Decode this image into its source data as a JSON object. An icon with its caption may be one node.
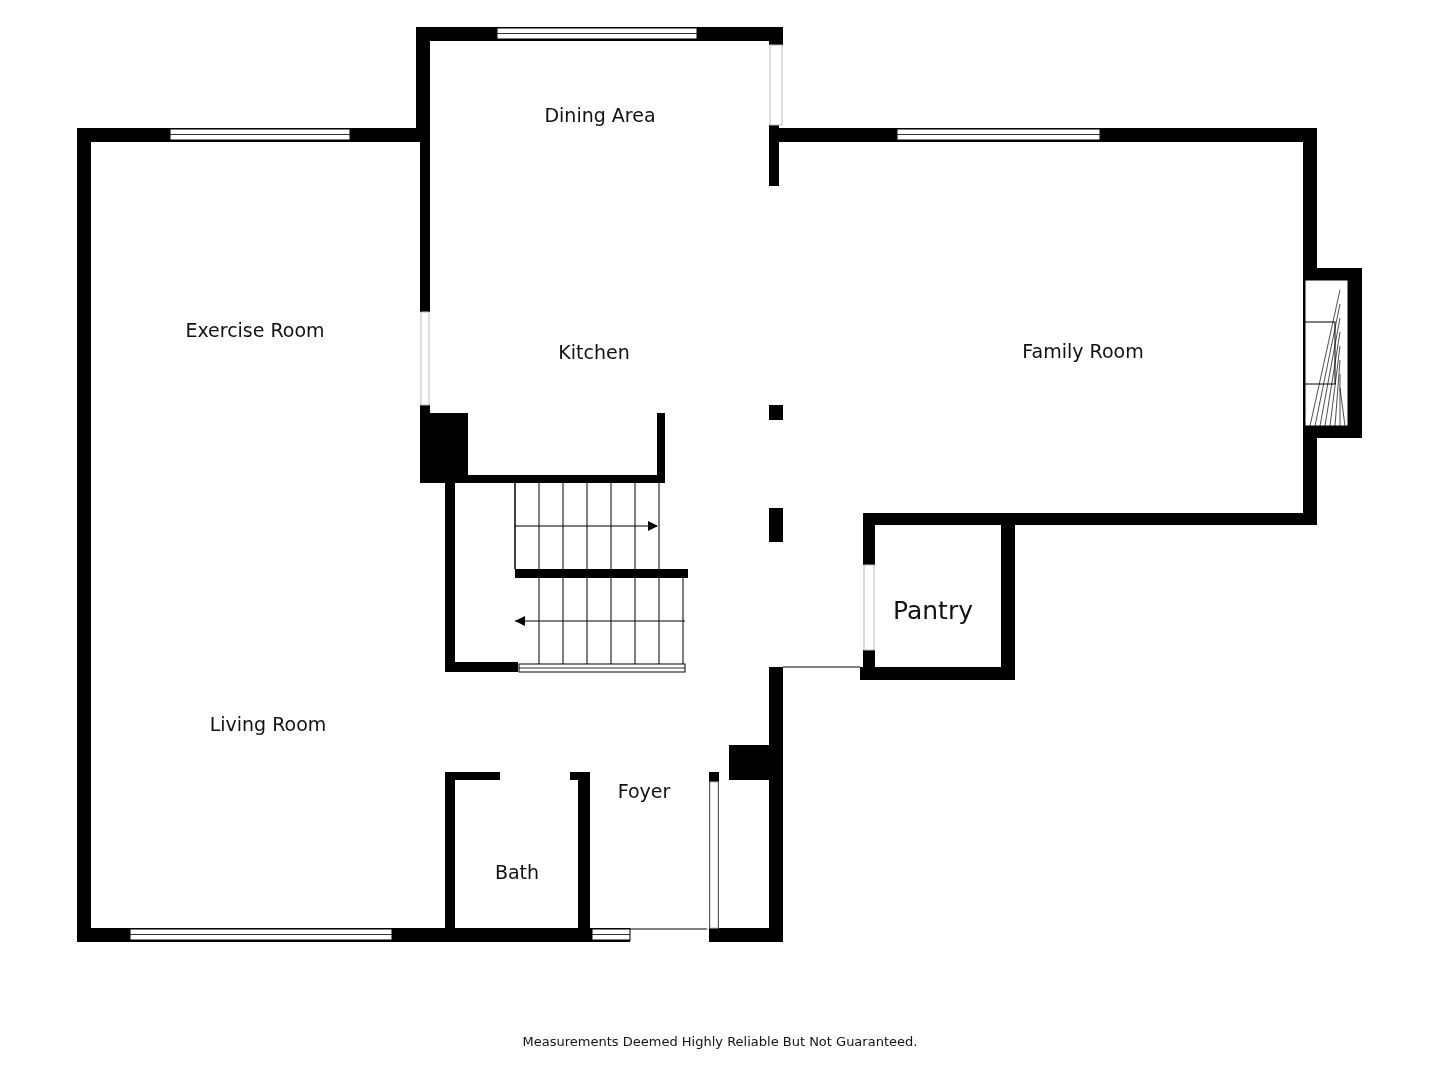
{
  "diagram": {
    "caption": "Measurements Deemed Highly Reliable But Not Guaranteed.",
    "labels": [
      "Dining Area",
      "Exercise Room",
      "Kitchen",
      "Family Room",
      "Pantry",
      "Living Room",
      "Foyer",
      "Bath"
    ]
  }
}
